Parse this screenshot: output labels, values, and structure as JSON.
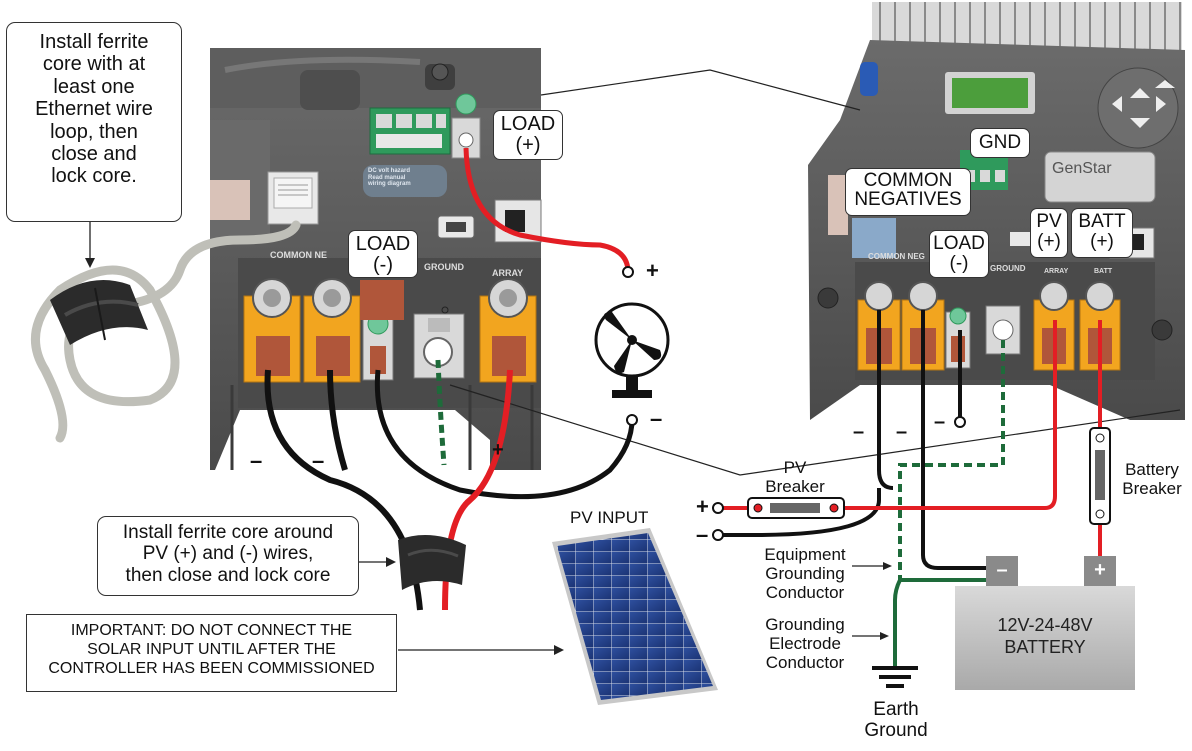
{
  "callouts": {
    "ferrite_ethernet": "Install ferrite\ncore with at\nleast one\nEthernet wire\nloop, then\nclose and\nlock core.",
    "ferrite_pv": "Install ferrite core around\nPV (+) and (-) wires,\nthen close and lock core",
    "important": "IMPORTANT:   DO NOT CONNECT THE\nSOLAR INPUT UNTIL AFTER THE\nCONTROLLER HAS BEEN COMMISSIONED"
  },
  "left_tags": {
    "load_plus": "LOAD\n(+)",
    "load_minus": "LOAD\n(-)"
  },
  "left_panel": {
    "common_neg": "COMMON NE",
    "ground": "GROUND",
    "array": "ARRAY",
    "warn": "DC volt hazard\nRead manual\nwiring diagram"
  },
  "right_tags": {
    "gnd": "GND",
    "common_negatives": "COMMON\nNEGATIVES",
    "load_minus": "LOAD\n(-)",
    "pv_plus": "PV\n(+)",
    "batt_plus": "BATT\n(+)"
  },
  "right_panel": {
    "brand": "GenStar",
    "common_neg": "COMMON NEG",
    "ground": "GROUND",
    "array": "ARRAY",
    "batt": "BATT"
  },
  "labels": {
    "pv_input": "PV INPUT",
    "pv_breaker": "PV\nBreaker",
    "battery_breaker": "Battery\nBreaker",
    "egc": "Equipment\nGrounding\nConductor",
    "gec": "Grounding\nElectrode\nConductor",
    "earth_ground": "Earth\nGround",
    "battery": "12V-24-48V\nBATTERY"
  },
  "signs": {
    "plus": "+",
    "minus": "–"
  },
  "icons": [
    "ferrite-core-icon",
    "fan-load-icon",
    "solar-panel-icon",
    "battery-icon",
    "earth-ground-icon",
    "breaker-icon"
  ],
  "colors": {
    "positive_wire": "#e31e24",
    "negative_wire": "#111111",
    "ground_wire": "#1e6b3a",
    "ethernet_wire": "#bfbfb8",
    "terminal_orange": "#f2a51f",
    "terminal_copper": "#b0563a",
    "terminal_green": "#2f9a5c",
    "housing_gray": "#5a5a5a",
    "lcd_green": "#4c9e3c"
  }
}
